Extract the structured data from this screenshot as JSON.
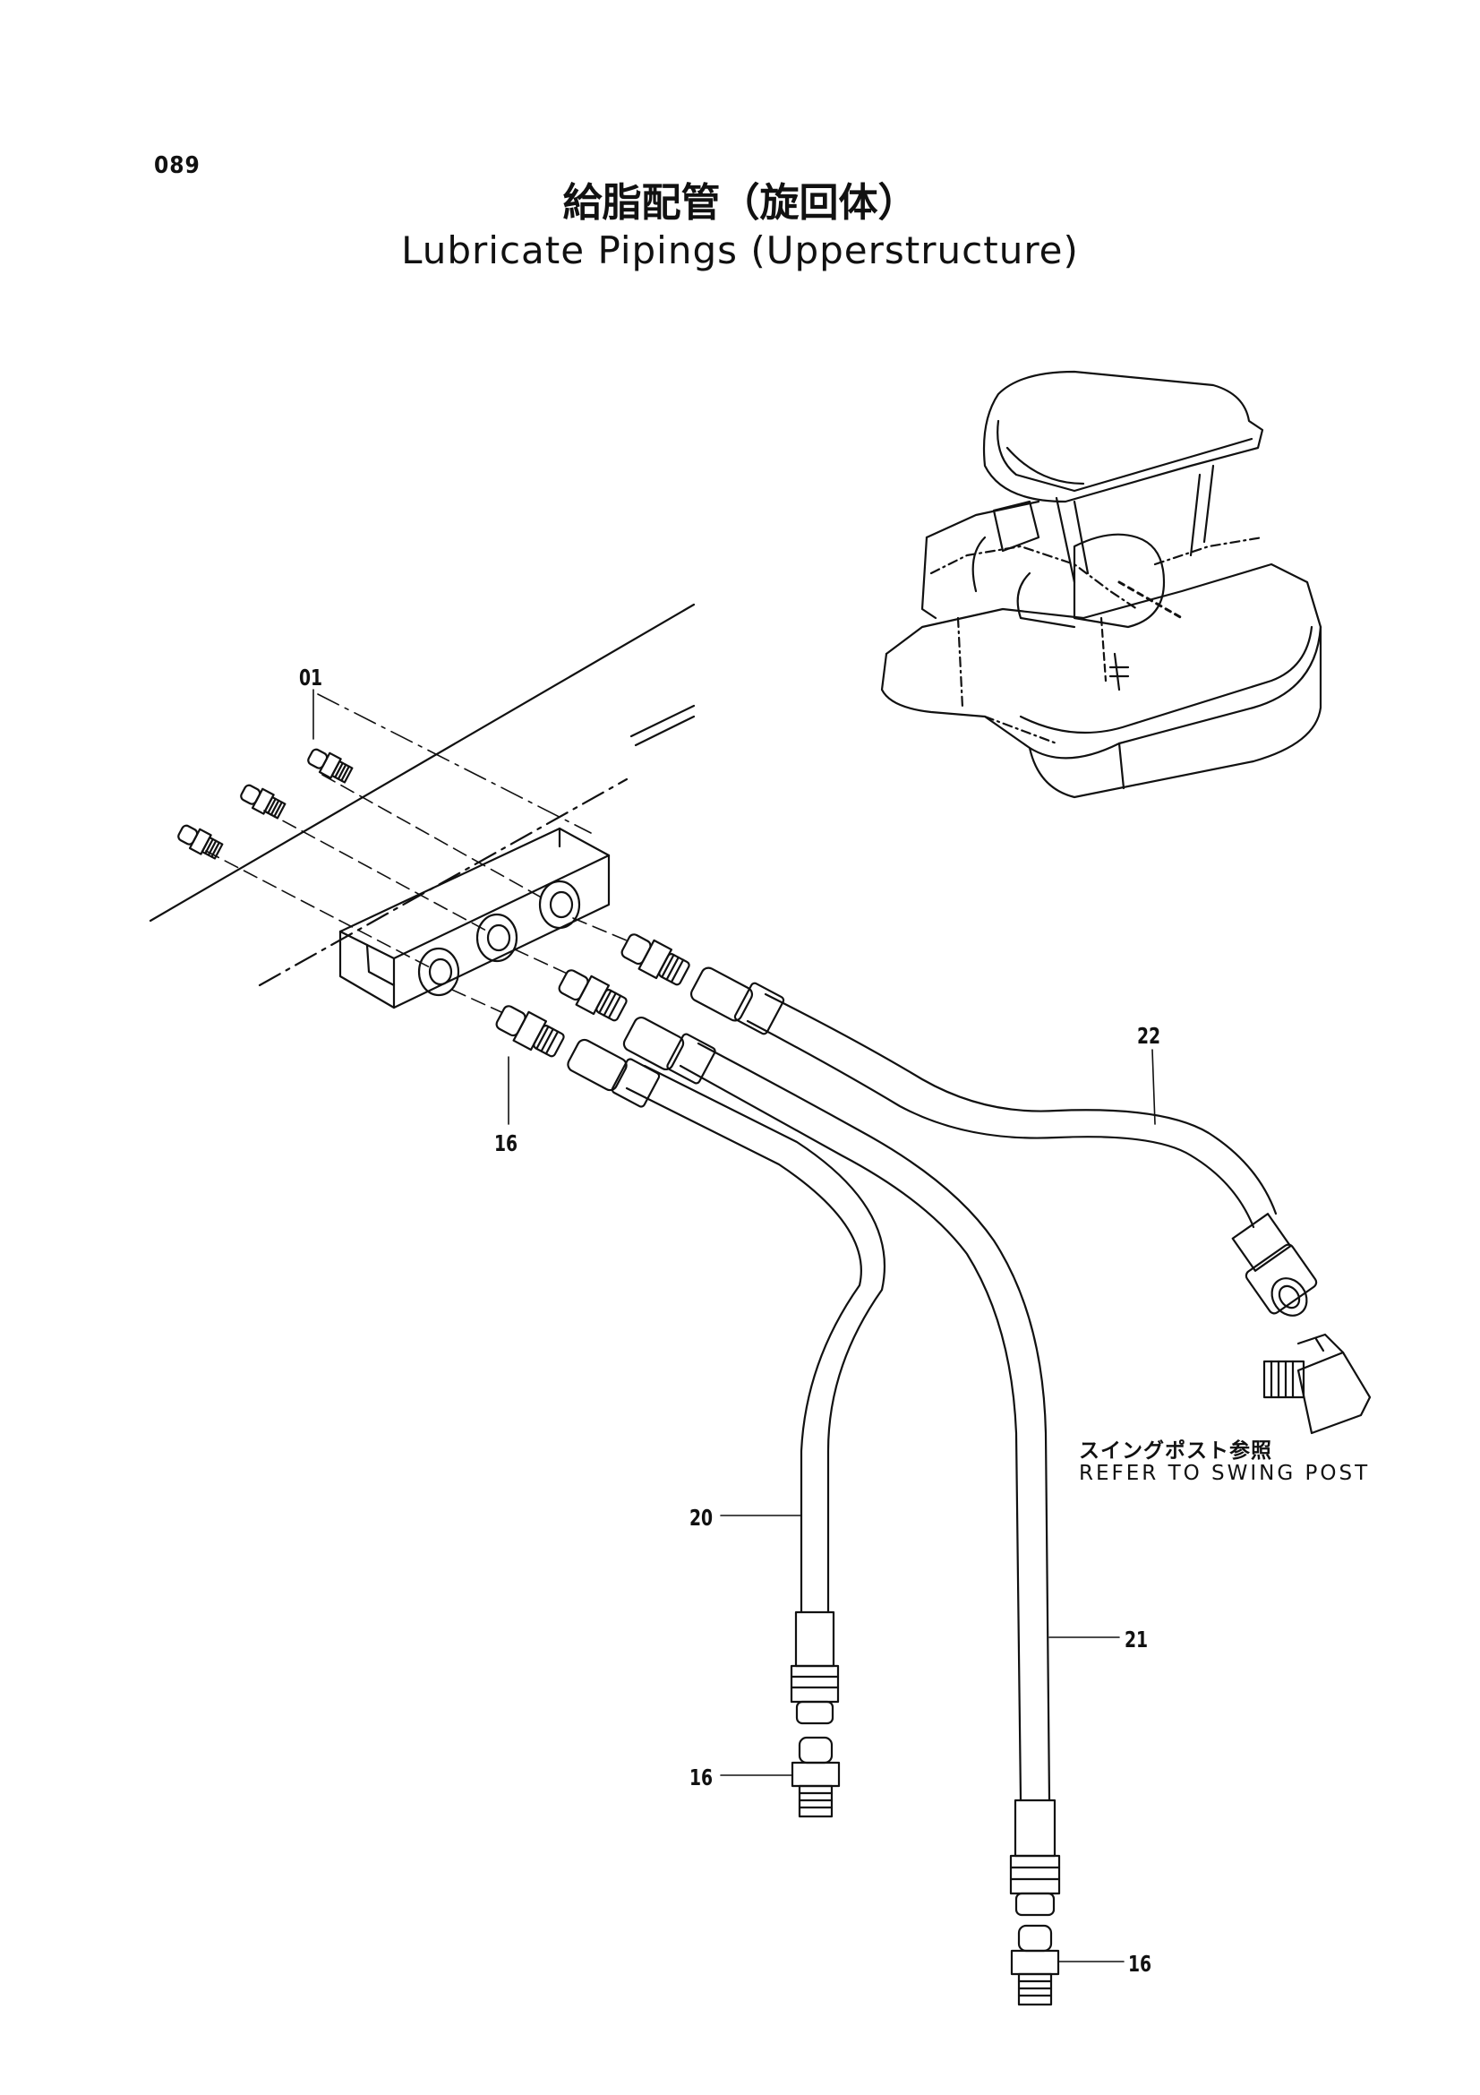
{
  "page_number": "089",
  "title": {
    "japanese": "給脂配管（旋回体）",
    "english": "Lubricate Pipings (Upperstructure)"
  },
  "callouts": {
    "c01": "01",
    "c16_top": "16",
    "c22": "22",
    "c20": "20",
    "c21": "21",
    "c16_left": "16",
    "c16_right": "16"
  },
  "note": {
    "japanese": "スイングポスト参照",
    "english": "REFER  TO  SWING  POST"
  }
}
